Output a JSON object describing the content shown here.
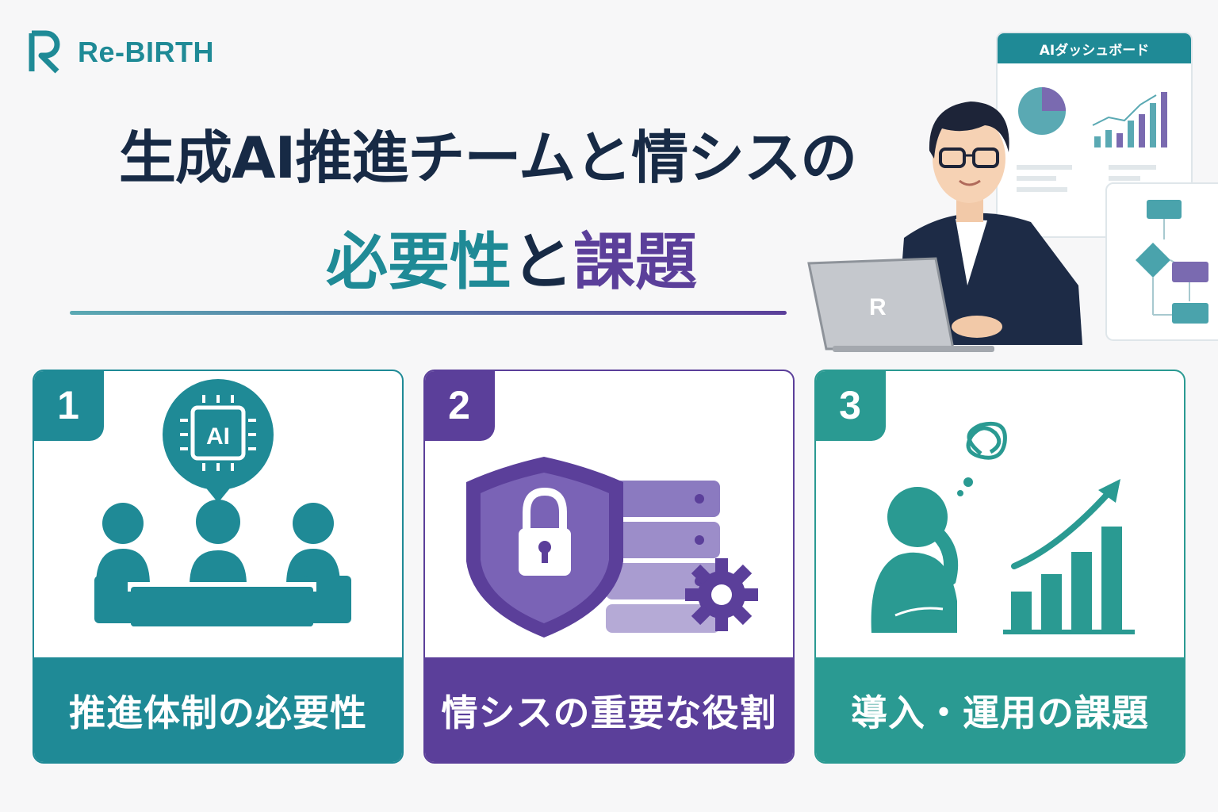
{
  "brand": {
    "name": "Re-BIRTH",
    "logo_letter": "R"
  },
  "title": {
    "line1": "生成AI推進チームと情シスの",
    "line2_part1": "必要性",
    "line2_part2": "と",
    "line2_part3": "課題"
  },
  "dashboard": {
    "label": "AIダッシュボード"
  },
  "laptop": {
    "logo_letter": "R"
  },
  "cards": [
    {
      "number": "1",
      "label": "推進体制の必要性",
      "badge": "AI"
    },
    {
      "number": "2",
      "label": "情シスの重要な役割"
    },
    {
      "number": "3",
      "label": "導入・運用の課題"
    }
  ],
  "colors": {
    "teal": "#1f8a96",
    "purple": "#5b3f9a",
    "navy": "#172a45",
    "green_teal": "#2a9a92"
  }
}
